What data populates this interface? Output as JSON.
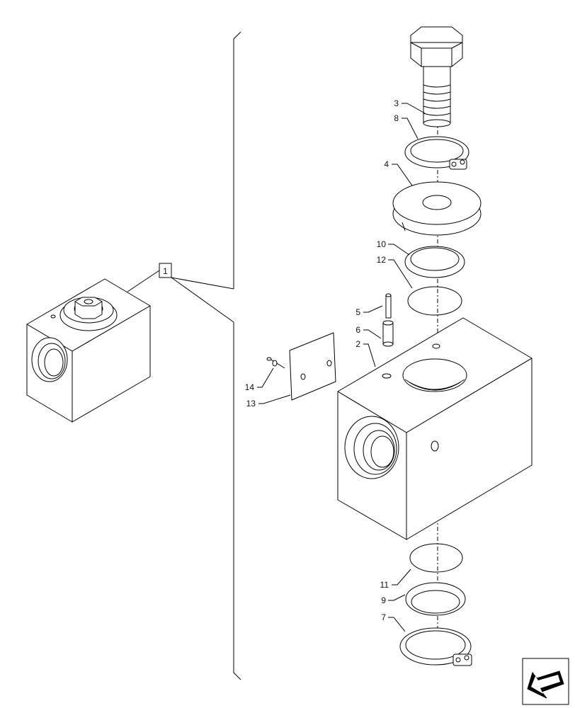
{
  "callouts": {
    "assembly": "1",
    "c2": "2",
    "c3": "3",
    "c4": "4",
    "c5": "5",
    "c6": "6",
    "c7": "7",
    "c8": "8",
    "c9": "9",
    "c10": "10",
    "c11": "11",
    "c12": "12",
    "c13": "13",
    "c14": "14"
  },
  "icons": {
    "nav": "arrow-back-icon"
  }
}
